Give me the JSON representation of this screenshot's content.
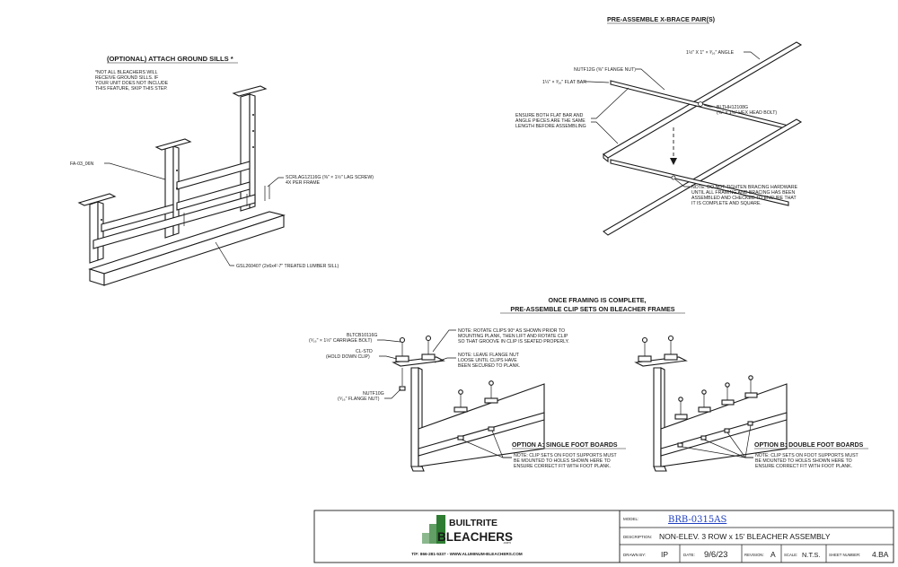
{
  "ground_sills": {
    "title": "(OPTIONAL) ATTACH GROUND SILLS *",
    "note_lines": [
      "*NOT ALL BLEACHERS WILL",
      "RECEIVE GROUND SILLS. IF",
      "YOUR UNIT DOES NOT INCLUDE",
      "THIS FEATURE, SKIP THIS STEP."
    ],
    "callout_frame": "FA-03_06N",
    "callout_screw_1": "SCRLAG12116G (⅜\" × 1½\" LAG SCREW)",
    "callout_screw_2": "4X PER FRAME",
    "callout_sill": "GSL260407 (2x6x4'-7\" TREATED LUMBER SILL)"
  },
  "xbrace": {
    "title": "PRE-ASSEMBLE X-BRACE PAIR(S)",
    "callout_angle": "1½\" X 1\" × ³⁄₁₆\" ANGLE",
    "callout_nut": "NUTF12G (⅜\" FLANGE NUT)",
    "callout_flatbar": "1¼\" × ³⁄₁₆\" FLAT BAR",
    "callout_ensure_lines": [
      "ENSURE BOTH FLAT BAR AND",
      "ANGLE PIECES ARE THE SAME",
      "LENGTH BEFORE ASSEMBLING"
    ],
    "callout_bolt_1": "BLTHH12108G",
    "callout_bolt_2": "(⅜\" × 1⅛\" HEX HEAD BOLT)",
    "note_lines": [
      "NOTE: DO NOT TIGHTEN BRACING HARDWARE",
      "UNTIL ALL FRAMING AND BRACING HAS BEEN",
      "ASSEMBLED AND CHECKED TO ENSURE THAT",
      "IT IS COMPLETE AND SQUARE."
    ]
  },
  "clips": {
    "title_1": "ONCE FRAMING IS COMPLETE,",
    "title_2": "PRE-ASSEMBLE CLIP SETS ON BLEACHER FRAMES",
    "callout_bolt_1": "BLTCB10116G",
    "callout_bolt_2": "(⁵⁄₁₆\" × 1½\" CARRIAGE BOLT)",
    "callout_clip_1": "CL-STD",
    "callout_clip_2": "(HOLD DOWN CLIP)",
    "callout_nut_1": "NUTF10G",
    "callout_nut_2": "(⁵⁄₁₆\" FLANGE NUT)",
    "rotate_note_lines": [
      "NOTE: ROTATE CLIPS 90° AS SHOWN PRIOR TO",
      "MOUNTING PLANK, THEN LIFT AND ROTATE CLIP",
      "SO THAT GROOVE IN CLIP IS SEATED PROPERLY."
    ],
    "loose_note_lines": [
      "NOTE: LEAVE FLANGE NUT",
      "LOOSE UNTIL CLIPS HAVE",
      "BEEN SECURED TO PLANK."
    ],
    "option_a_title": "OPTION A: SINGLE FOOT BOARDS",
    "option_b_title": "OPTION B: DOUBLE FOOT BOARDS",
    "foot_note_lines": [
      "NOTE: CLIP SETS ON FOOT SUPPORTS MUST",
      "BE MOUNTED TO HOLES SHOWN HERE TO",
      "ENSURE CORRECT FIT WITH FOOT PLANK."
    ]
  },
  "title_block": {
    "logo_line_1": "BUILTRITE",
    "logo_line_2": "BLEACHERS",
    "logo_suffix": ".com",
    "contact": "T/F: 866-281-5337 - WWW.ALUMINUM-BLEACHERS.COM",
    "model_label": "MODEL:",
    "model_value": "BRB-0315AS",
    "description_label": "DESCRIPTION:",
    "description_value": "NON-ELEV. 3 ROW x 15' BLEACHER ASSEMBLY",
    "drawn_by_label": "DRAWN BY:",
    "drawn_by_value": "IP",
    "date_label": "DATE:",
    "date_value": "9/6/23",
    "revision_label": "REVISION:",
    "revision_value": "A",
    "scale_label": "SCALE:",
    "scale_value": "N.T.S.",
    "sheet_label": "SHEET NUMBER:",
    "sheet_value": "4.BA"
  },
  "colors": {
    "ink": "#1a1a1a",
    "logo_green": "#2e7d32",
    "model_link": "#1f3fbf"
  }
}
